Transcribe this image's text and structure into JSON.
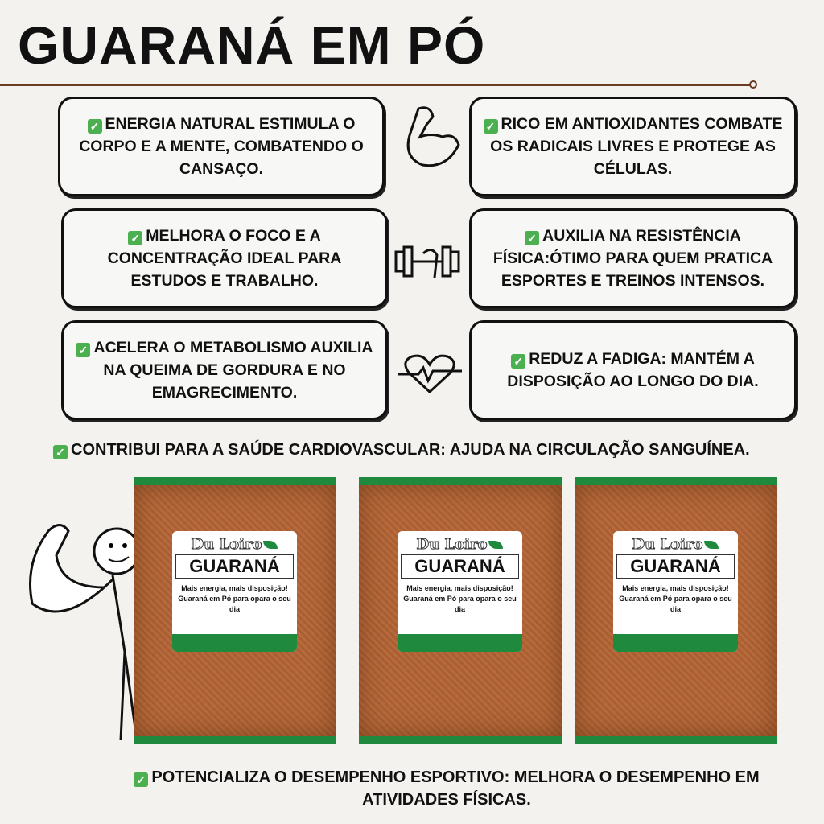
{
  "title": "GUARANÁ EM PÓ",
  "benefits": [
    "ENERGIA NATURAL ESTIMULA O CORPO E A MENTE, COMBATENDO O CANSAÇO.",
    "RICO EM ANTIOXIDANTES COMBATE OS RADICAIS LIVRES E PROTEGE AS CÉLULAS.",
    "MELHORA O FOCO E A CONCENTRAÇÃO IDEAL PARA ESTUDOS E TRABALHO.",
    "AUXILIA NA RESISTÊNCIA FÍSICA:ÓTIMO PARA QUEM PRATICA ESPORTES E TREINOS INTENSOS.",
    "ACELERA O METABOLISMO AUXILIA NA QUEIMA DE GORDURA E NO EMAGRECIMENTO.",
    "REDUZ A FADIGA: MANTÉM A DISPOSIÇÃO AO LONGO DO DIA."
  ],
  "cardio": "CONTRIBUI PARA A SAÚDE CARDIOVASCULAR: AJUDA NA CIRCULAÇÃO SANGUÍNEA.",
  "sport": "POTENCIALIZA O DESEMPENHO ESPORTIVO: MELHORA O DESEMPENHO EM ATIVIDADES FÍSICAS.",
  "product": {
    "brand": "Du Loiro",
    "name": "GUARANÁ",
    "desc": "Mais energia, mais disposição! Guaraná em Pó para opara o seu dia"
  },
  "colors": {
    "accent": "#1f8a3e",
    "check": "#4caf50",
    "rule": "#6b3a22"
  }
}
